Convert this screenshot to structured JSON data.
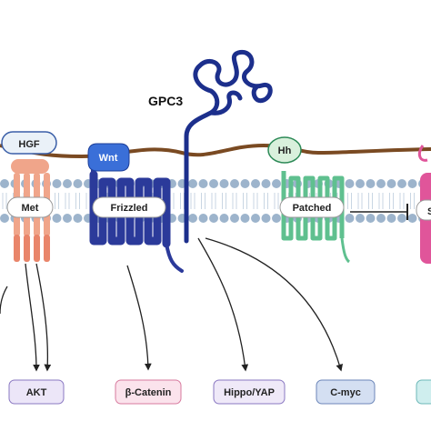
{
  "diagram": {
    "gpc3_label": "GPC3",
    "ligands": {
      "hgf": "HGF",
      "wnt": "Wnt",
      "hh": "Hh"
    },
    "receptors": {
      "met": "Met",
      "frizzled": "Frizzled",
      "patched": "Patched",
      "partial_right": "S"
    },
    "targets": {
      "akt": "AKT",
      "beta_catenin": "β-Catenin",
      "hippo_yap": "Hippo/YAP",
      "cmyc": "C-myc"
    },
    "colors": {
      "membrane_head": "#9db4cc",
      "membrane_tail": "#c9d6e3",
      "brown_chain": "#7a4a22",
      "gpc3_blue": "#1c2f8c",
      "met_orange": "#f0a58a",
      "wnt_blue": "#3a6fd8",
      "frizzled_blue": "#2b3a9a",
      "hh_green": "#d9f0dc",
      "patched_green": "#5fc08f",
      "right_pink": "#e0559a",
      "akt_fill": "#ece6f8",
      "beta_fill": "#fbe3ec",
      "hippo_fill": "#efe9f8",
      "cmyc_fill": "#d4dff2",
      "edge_fill": "#cfeeee"
    }
  }
}
